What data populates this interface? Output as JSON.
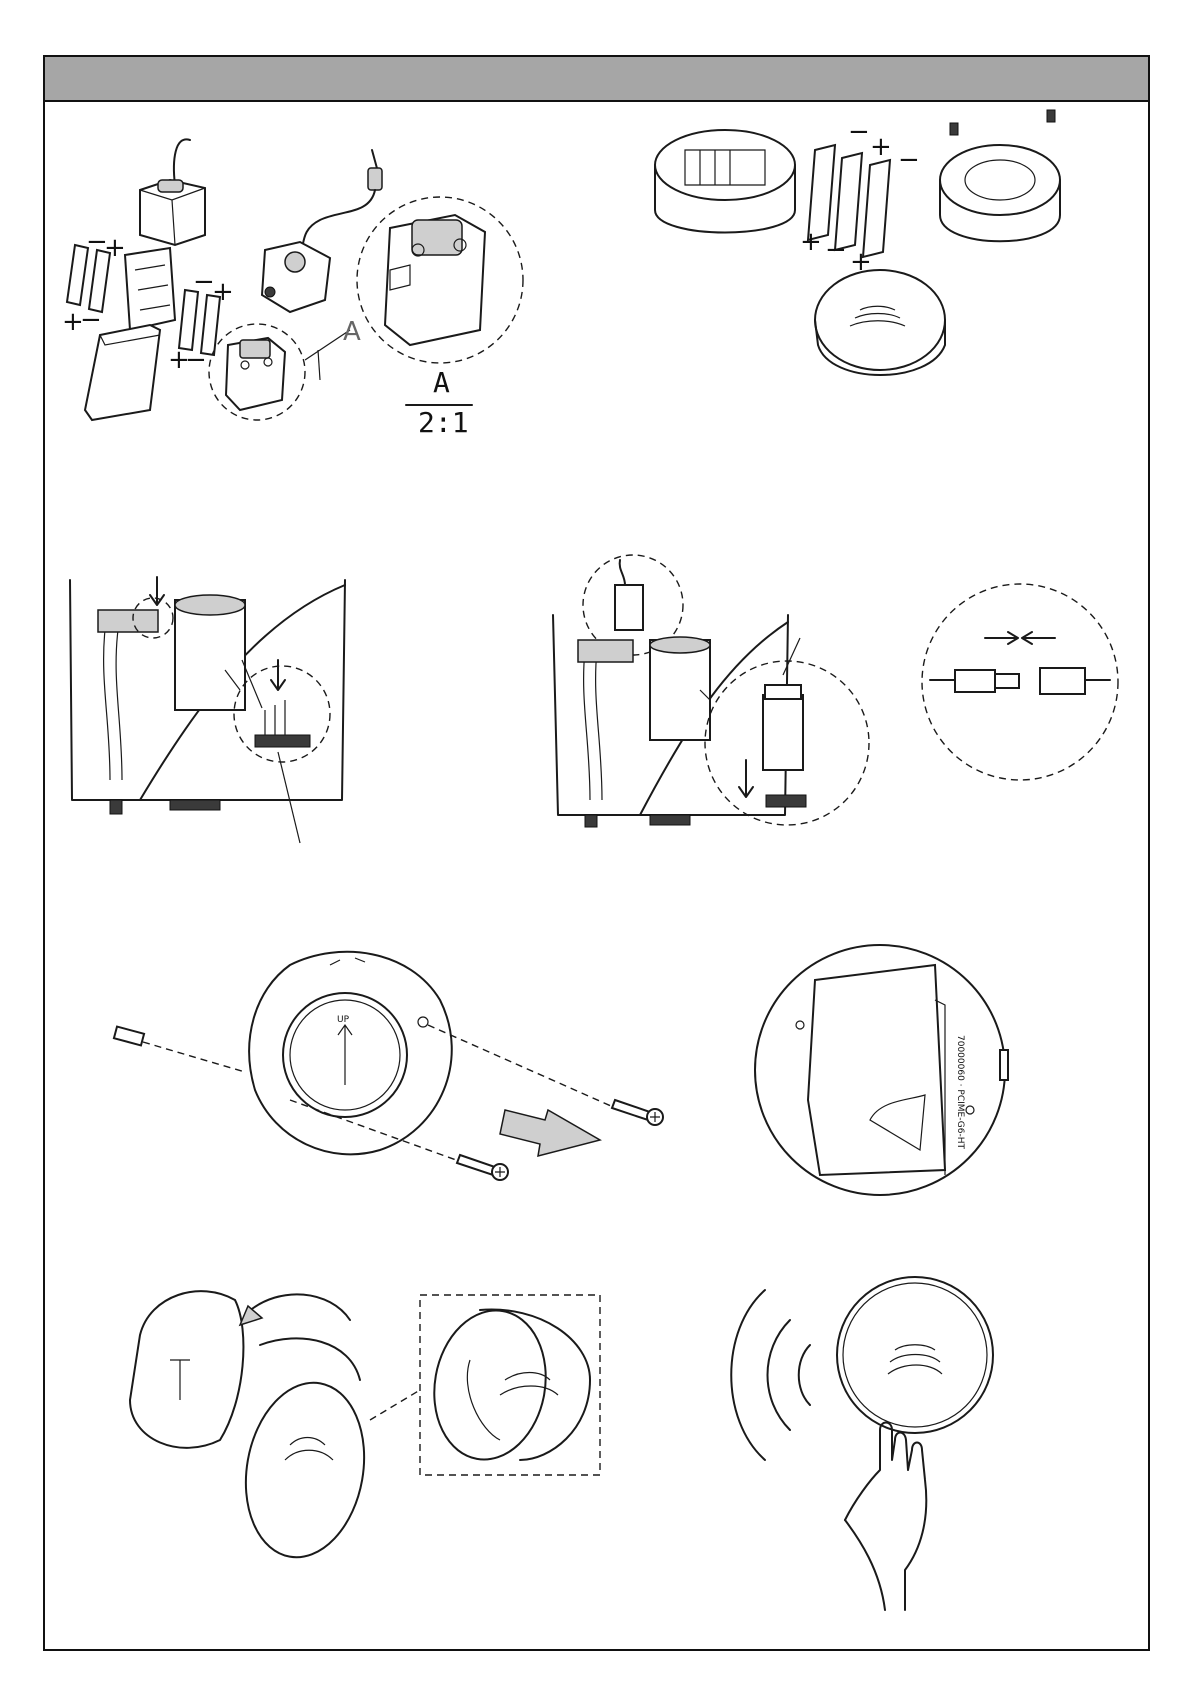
{
  "battery_polarity": {
    "plus": "+",
    "minus": "−"
  },
  "detail_callout": {
    "marker": "A",
    "label": "A",
    "scale": "2:1"
  },
  "plate_marking": {
    "arrow_text": "UP",
    "lock_icons": "lock-unlock-icon"
  },
  "sticker_text": "70000060 · PCIME-G6-HT",
  "colors": {
    "header_bar": "#a6a6a6",
    "line": "#1a1a1a"
  }
}
